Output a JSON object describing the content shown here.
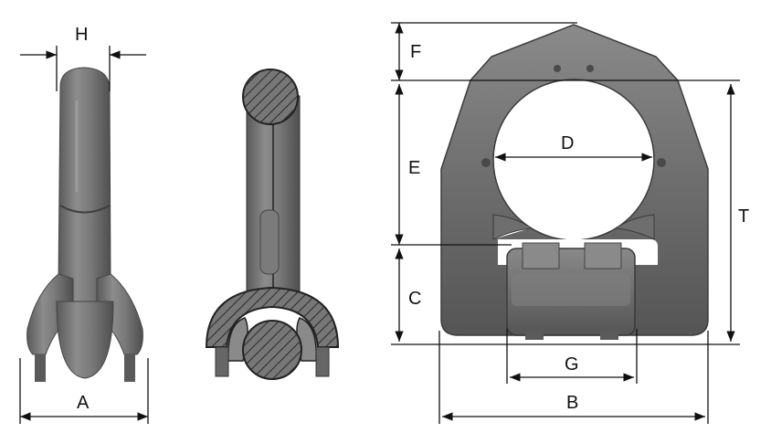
{
  "labels": {
    "A": "A",
    "B": "B",
    "C": "C",
    "D": "D",
    "E": "E",
    "F": "F",
    "G": "G",
    "H": "H",
    "T": "T"
  },
  "colors": {
    "metal": "#6f6f6f",
    "metal_dark": "#4a4a4a",
    "metal_light": "#9a9a9a",
    "line": "#111111",
    "hatch": "#2a2a2a"
  }
}
